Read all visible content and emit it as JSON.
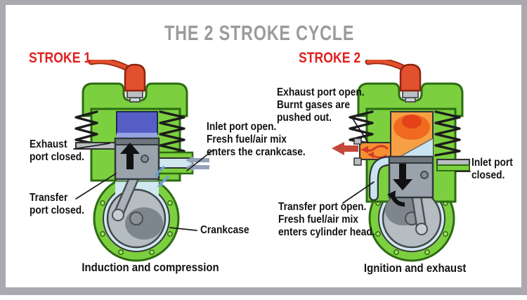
{
  "title": "THE 2 STROKE CYCLE",
  "stroke1": {
    "heading": "STROKE 1",
    "caption": "Induction and compression",
    "labels": {
      "exhaust_line1": "Exhaust",
      "exhaust_line2": "port closed.",
      "transfer_line1": "Transfer",
      "transfer_line2": "port closed.",
      "inlet_line1": "Inlet port open.",
      "inlet_line2": "Fresh fuel/air mix",
      "inlet_line3": "enters the crankcase.",
      "crankcase": "Crankcase"
    }
  },
  "stroke2": {
    "heading": "STROKE 2",
    "caption": "Ignition and exhaust",
    "labels": {
      "exhaust_line1": "Exhaust port open.",
      "exhaust_line2": "Burnt gases are",
      "exhaust_line3": "pushed out.",
      "inlet_line1": "Inlet port",
      "inlet_line2": "closed.",
      "transfer_line1": "Transfer port open.",
      "transfer_line2": "Fresh fuel/air mix",
      "transfer_line3": "enters cylinder head."
    }
  },
  "colors": {
    "engine_green": "#7cd03f",
    "engine_outline_green": "#2d6b12",
    "spark_plug_red": "#e2502e",
    "compressed_charge_blue": "#565ec6",
    "fresh_mix_light_blue": "#cfe8f0",
    "exhaust_orange": "#f49030",
    "combustion_red": "#e5421a",
    "piston_gray": "#9aa2ab",
    "title_gray": "#9b9b9b",
    "heading_red": "#e01f1f",
    "frame_gray": "#a9a9af"
  }
}
